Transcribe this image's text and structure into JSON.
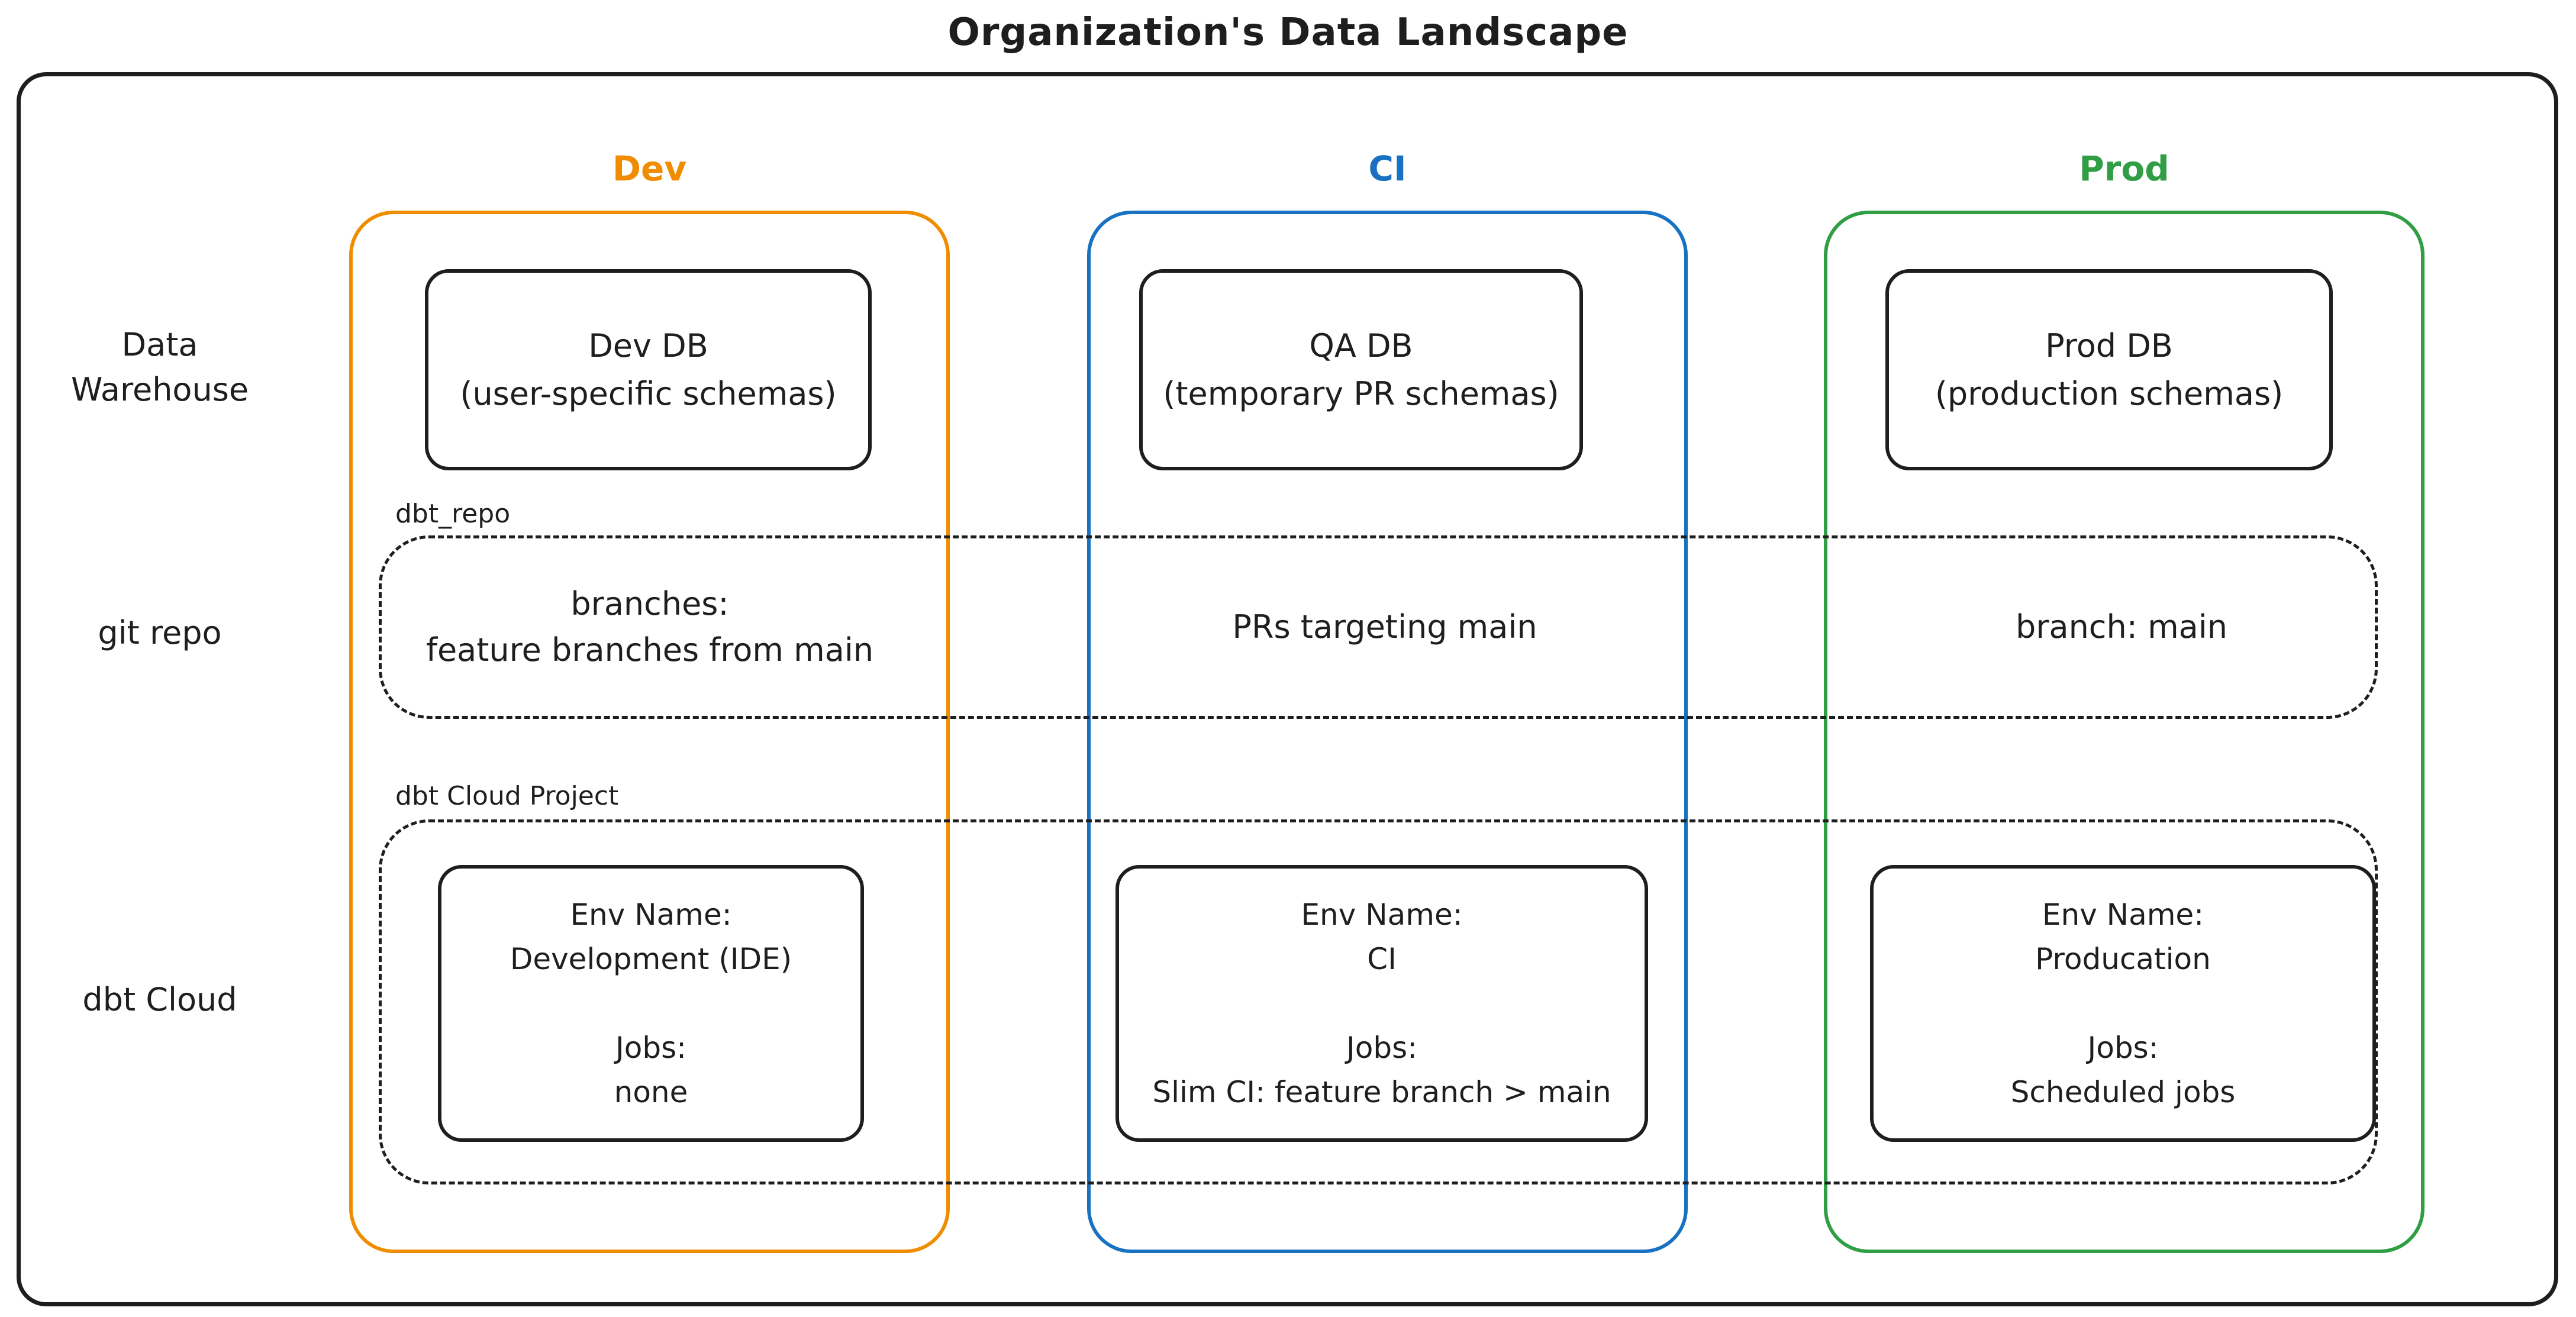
{
  "title": "Organization's Data Landscape",
  "colors": {
    "ink": "#1e1e1e",
    "dev_accent": "#f08c00",
    "ci_accent": "#1971c2",
    "prod_accent": "#2f9e44"
  },
  "row_labels": {
    "warehouse": [
      "Data",
      "Warehouse"
    ],
    "git": "git repo",
    "dbt": "dbt Cloud"
  },
  "group_labels": {
    "git": "dbt_repo",
    "dbt": "dbt Cloud Project"
  },
  "columns": {
    "dev": {
      "header": "Dev",
      "warehouse": [
        "Dev DB",
        "(user-specific schemas)"
      ],
      "git": [
        "branches:",
        "feature branches from main"
      ],
      "dbt": [
        "Env Name:",
        "Development (IDE)",
        "",
        "Jobs:",
        "none"
      ]
    },
    "ci": {
      "header": "CI",
      "warehouse": [
        "QA DB",
        "(temporary PR schemas)"
      ],
      "git": [
        "PRs targeting main"
      ],
      "dbt": [
        "Env Name:",
        "CI",
        "",
        "Jobs:",
        "Slim CI: feature branch > main"
      ]
    },
    "prod": {
      "header": "Prod",
      "warehouse": [
        "Prod DB",
        "(production schemas)"
      ],
      "git": [
        "branch: main"
      ],
      "dbt": [
        "Env Name:",
        "Producation",
        "",
        "Jobs:",
        "Scheduled jobs"
      ]
    }
  }
}
